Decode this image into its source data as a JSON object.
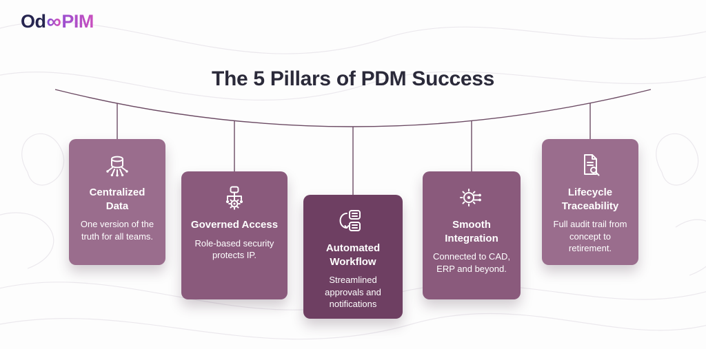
{
  "logo": {
    "prefix": "Od",
    "infinity": "∞",
    "suffix": "PIM"
  },
  "title": "The 5 Pillars of PDM Success",
  "colors": {
    "card_outer": "#9a6d8d",
    "card_mid": "#8a5a7c",
    "card_center": "#6e3f62",
    "string_line": "#6b4a63",
    "title_text": "#2b2a3a"
  },
  "cards": [
    {
      "title": "Centralized Data",
      "body": "One version of the truth for all teams.",
      "icon": "hub-database-icon",
      "color": "#9a6d8d"
    },
    {
      "title": "Governed Access",
      "body": "Role-based security protects IP.",
      "icon": "access-hierarchy-gear-icon",
      "color": "#8a5a7c"
    },
    {
      "title": "Automated Workflow",
      "body": "Streamlined approvals and notifications",
      "icon": "workflow-list-icon",
      "color": "#6e3f62"
    },
    {
      "title": "Smooth Integration",
      "body": "Connected to CAD, ERP and beyond.",
      "icon": "integration-gear-icon",
      "color": "#8a5a7c"
    },
    {
      "title": "Lifecycle Traceability",
      "body": "Full audit trail from concept to retirement.",
      "icon": "audit-document-magnifier-icon",
      "color": "#9a6d8d"
    }
  ]
}
